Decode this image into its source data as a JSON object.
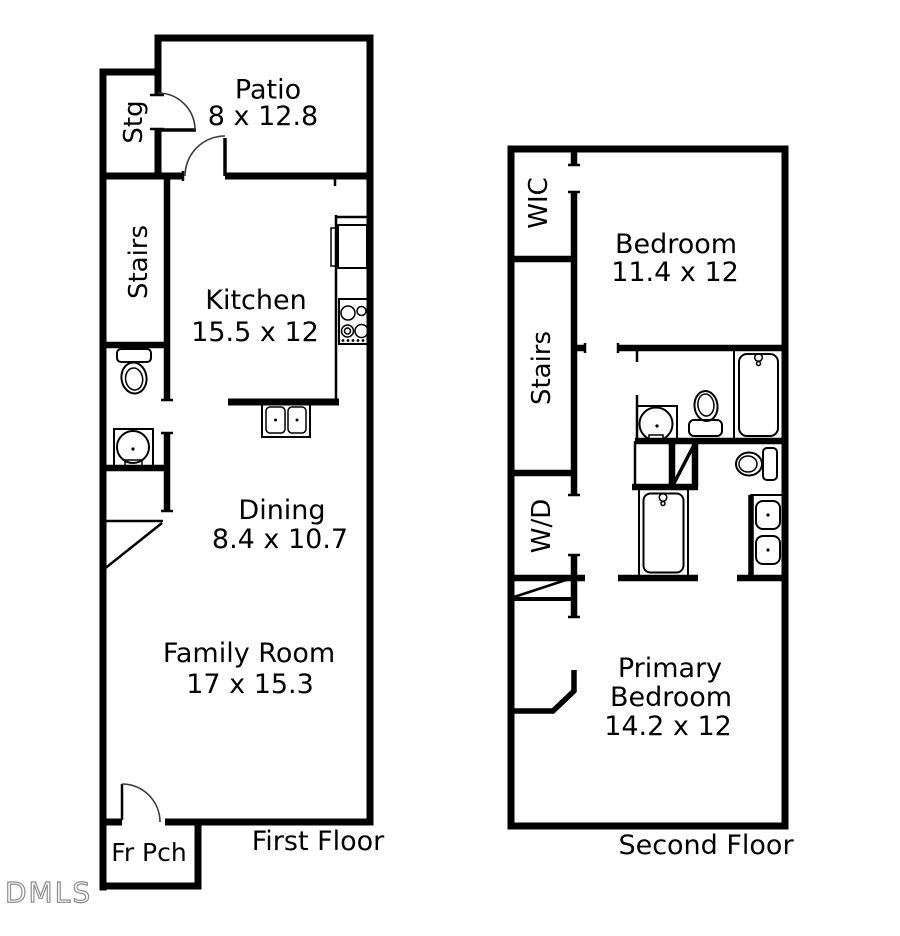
{
  "watermark": "DMLS",
  "colors": {
    "wall": "#000000",
    "text": "#000000",
    "door_arc": "#3a3a3a",
    "watermark": "#8c8c8c",
    "background": "#ffffff"
  },
  "first_floor": {
    "caption": "First Floor",
    "rooms": {
      "patio": {
        "name": "Patio",
        "dims": "8 x 12.8"
      },
      "storage": {
        "name": "Stg"
      },
      "stairs": {
        "name": "Stairs"
      },
      "kitchen": {
        "name": "Kitchen",
        "dims": "15.5 x 12"
      },
      "dining": {
        "name": "Dining",
        "dims": "8.4 x 10.7"
      },
      "family_room": {
        "name": "Family Room",
        "dims": "17 x 15.3"
      },
      "front_porch": {
        "name": "Fr Pch"
      }
    }
  },
  "second_floor": {
    "caption": "Second Floor",
    "rooms": {
      "wic": {
        "name": "WIC"
      },
      "bedroom": {
        "name": "Bedroom",
        "dims": "11.4 x 12"
      },
      "stairs": {
        "name": "Stairs"
      },
      "washer_dryer": {
        "name": "W/D"
      },
      "primary_bedroom": {
        "name_line1": "Primary",
        "name_line2": "Bedroom",
        "dims": "14.2 x 12"
      }
    }
  }
}
